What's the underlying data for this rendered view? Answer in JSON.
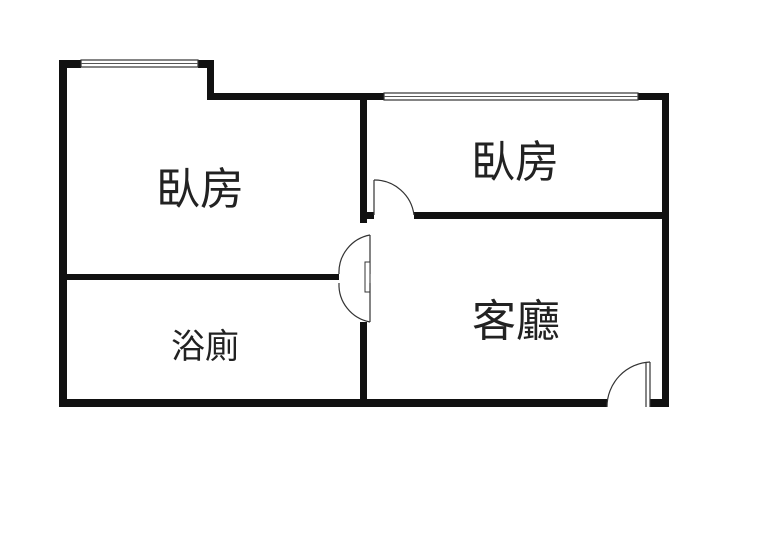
{
  "floor_plan": {
    "rooms": [
      {
        "id": "bedroom-1",
        "label": "臥房"
      },
      {
        "id": "bedroom-2",
        "label": "臥房"
      },
      {
        "id": "bathroom",
        "label": "浴廁"
      },
      {
        "id": "living-room",
        "label": "客廳"
      }
    ],
    "colors": {
      "wall": "#111111",
      "background": "#ffffff",
      "text": "#222222"
    }
  }
}
